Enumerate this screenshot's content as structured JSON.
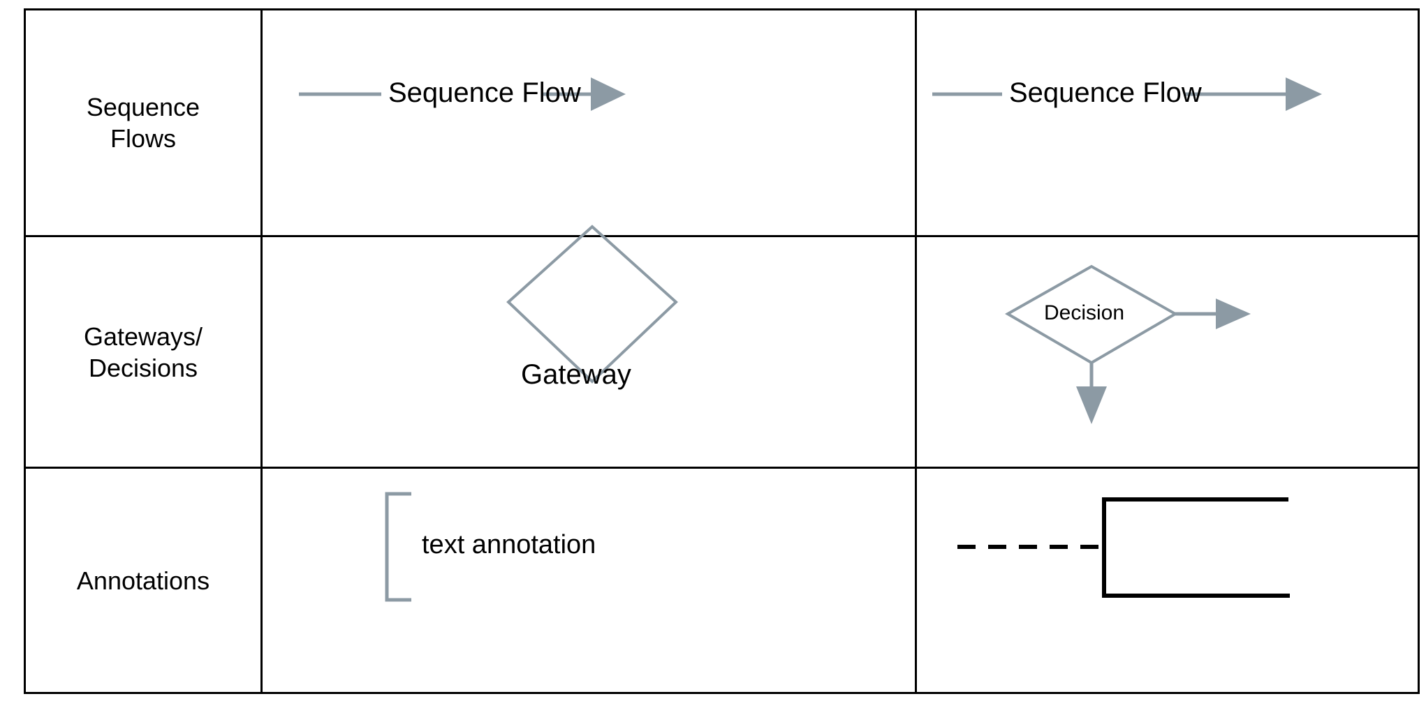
{
  "legend": {
    "title": "BPMN notation legend",
    "colors": {
      "grid_line": "#000000",
      "shape_stroke": "#8c9aa4",
      "arrow_fill": "#8c9aa4",
      "annotation_stroke": "#8c9aa4",
      "annotation_black": "#000000",
      "text": "#000000",
      "background": "#ffffff"
    },
    "columns": [
      {
        "name": "category",
        "header": ""
      },
      {
        "name": "notation_a",
        "header": ""
      },
      {
        "name": "notation_b",
        "header": ""
      }
    ],
    "rows": [
      {
        "id": "sequence-flows",
        "label": "Sequence\nFlows",
        "cell_a": {
          "kind": "sequence-flow",
          "label": "Sequence Flow",
          "has_arrowhead": true
        },
        "cell_b": {
          "kind": "sequence-flow",
          "label": "Sequence Flow",
          "has_arrowhead": true
        }
      },
      {
        "id": "gateways-decisions",
        "label": "Gateways/\nDecisions",
        "cell_a": {
          "kind": "gateway-diamond",
          "label": "Gateway",
          "label_position": "below",
          "outgoing_arrows": []
        },
        "cell_b": {
          "kind": "decision-diamond",
          "label": "Decision",
          "label_position": "inside",
          "outgoing_arrows": [
            "right",
            "down"
          ]
        }
      },
      {
        "id": "annotations",
        "label": "Annotations",
        "cell_a": {
          "kind": "text-annotation-bracket",
          "label": "text annotation",
          "bracket_side": "left",
          "bracket_color": "#8c9aa4",
          "connector": "none"
        },
        "cell_b": {
          "kind": "text-annotation-bracket",
          "label": "",
          "bracket_side": "left",
          "bracket_color": "#000000",
          "connector": "dashed"
        }
      }
    ]
  }
}
